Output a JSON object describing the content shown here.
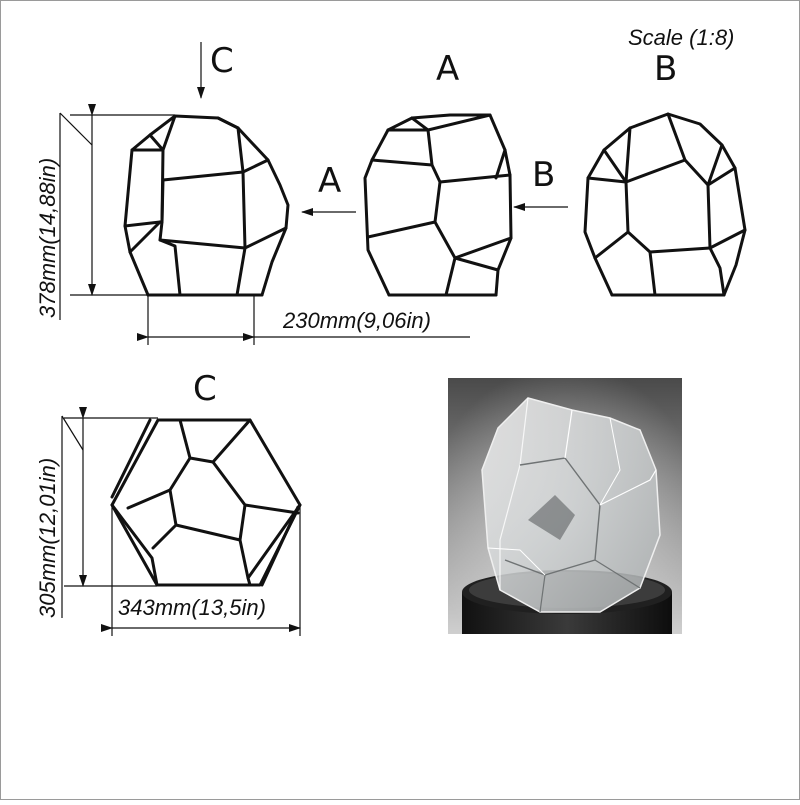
{
  "sheet": {
    "scale_label": "Scale (1:8)",
    "views": {
      "a_label": "A",
      "b_label": "B",
      "c_label": "C",
      "arrow_a_label": "A",
      "arrow_b_label": "B",
      "arrow_c_label": "C"
    },
    "dimensions": {
      "height_front": "378mm(14,88in)",
      "width_front": "230mm(9,06in)",
      "height_top": "305mm(12,01in)",
      "width_top": "343mm(13,5in)"
    }
  },
  "colors": {
    "line": "#111111",
    "frame": "#9a9a9a",
    "photo_bg": "#3a3a3a"
  },
  "icons": {
    "arrow": "arrow-head"
  }
}
